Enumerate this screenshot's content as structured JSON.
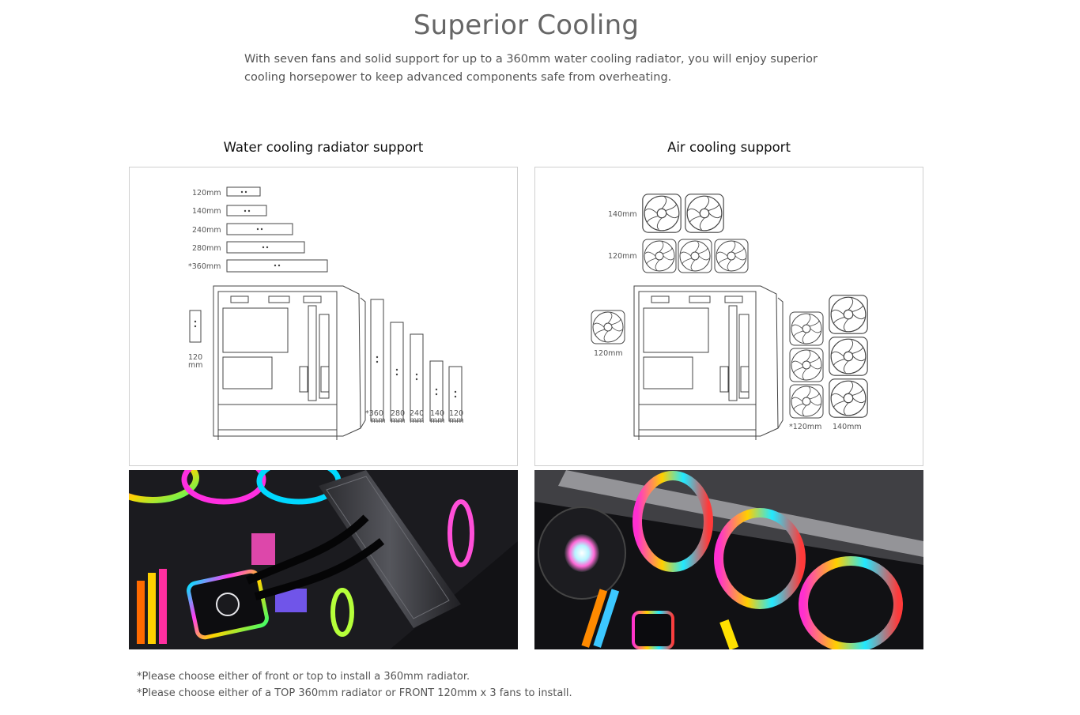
{
  "section": {
    "title": "Superior Cooling",
    "intro": "With seven fans and solid support for up to a 360mm water cooling radiator, you will enjoy superior cooling horsepower to keep advanced components safe from overheating."
  },
  "water": {
    "heading": "Water cooling radiator support",
    "top_sizes": [
      "120mm",
      "140mm",
      "240mm",
      "280mm",
      "*360mm"
    ],
    "rear_label": [
      "120",
      "mm"
    ],
    "front_labels": [
      [
        "*360",
        "mm"
      ],
      [
        "280",
        "mm"
      ],
      [
        "240",
        "mm"
      ],
      [
        "140",
        "mm"
      ],
      [
        "120",
        "mm"
      ]
    ]
  },
  "air": {
    "heading": "Air cooling support",
    "top_140": "140mm",
    "top_120": "120mm",
    "rear": "120mm",
    "front_120": "*120mm",
    "front_140": "140mm"
  },
  "notes": [
    "*Please choose either of front or top to install a 360mm radiator.",
    "*Please choose either of a TOP 360mm radiator or FRONT 120mm x 3 fans to install."
  ],
  "colors": {
    "line_art": "#444444",
    "border": "#cfcfcf",
    "photo_bg": "#0e0e10"
  }
}
